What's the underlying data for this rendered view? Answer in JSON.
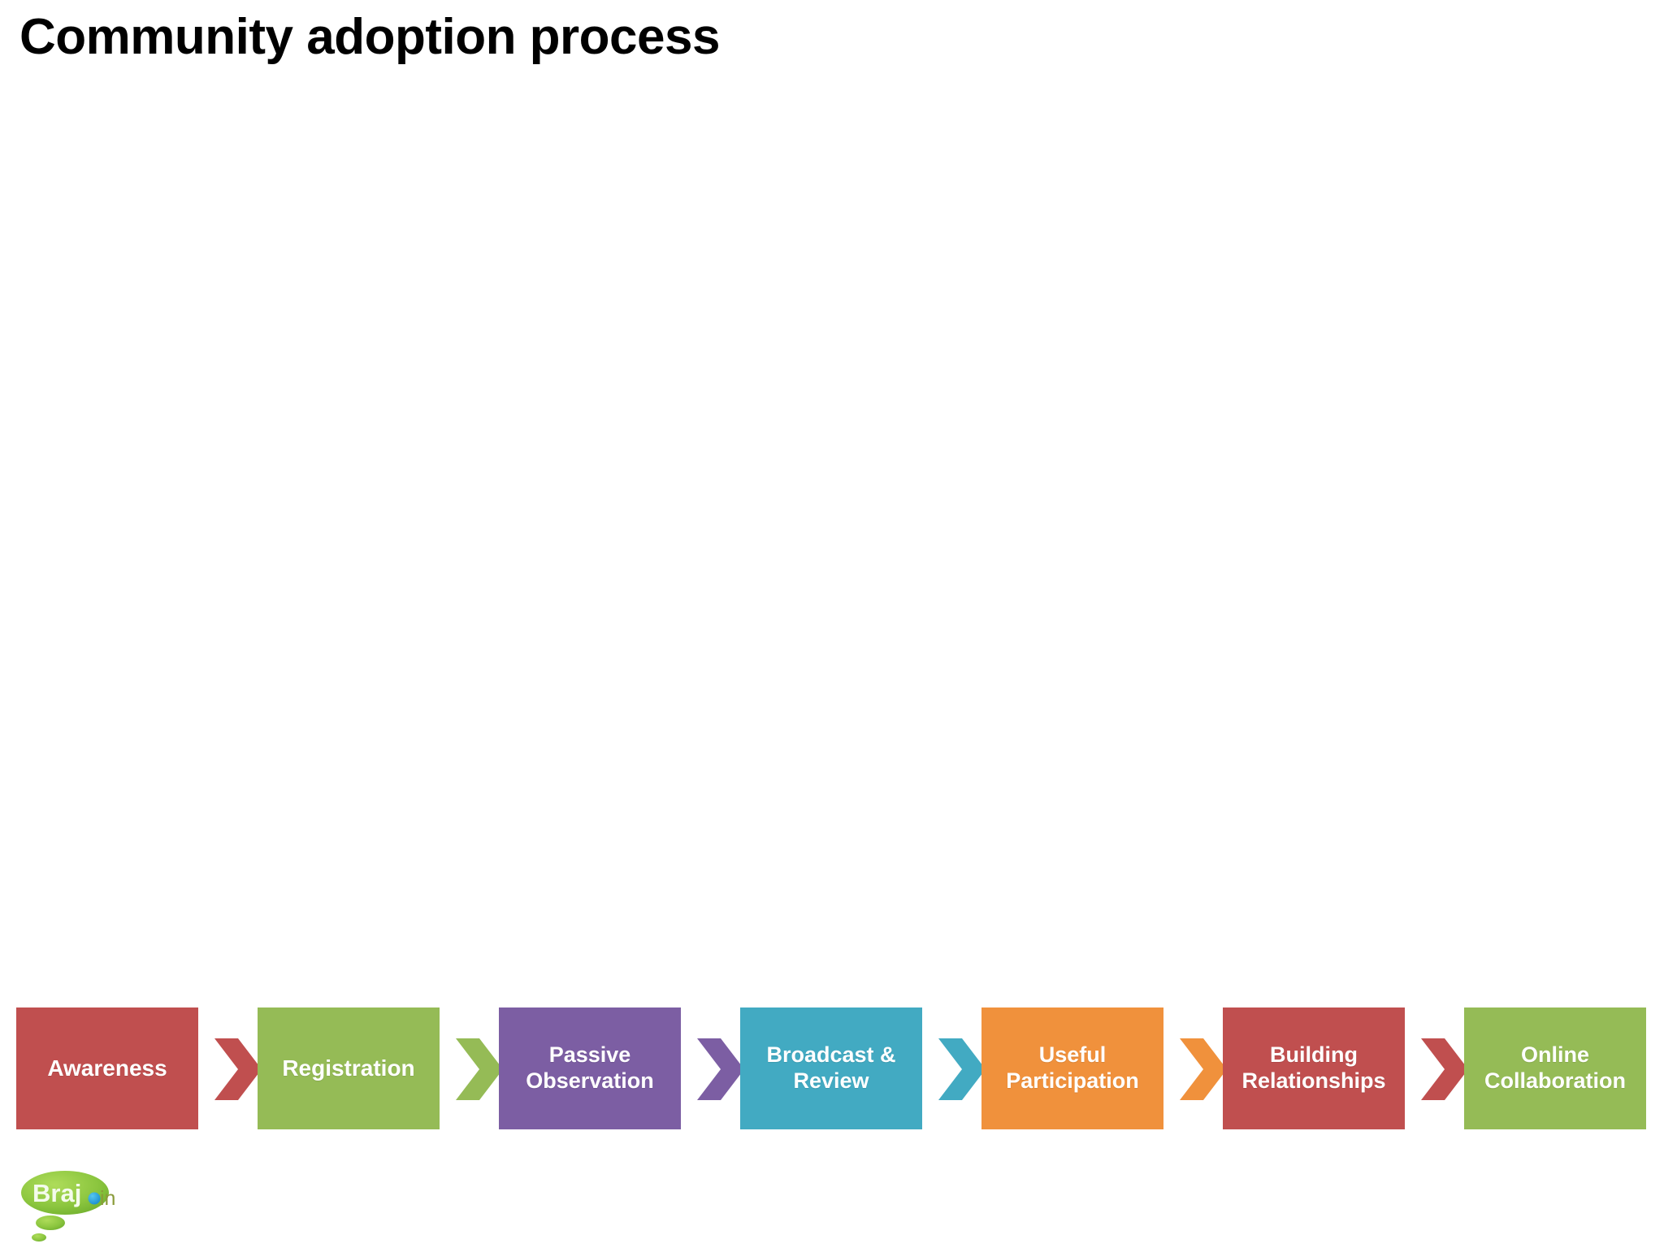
{
  "slide": {
    "title": "Community adoption process",
    "background_color": "#FFFFFF",
    "title_color": "#000000"
  },
  "chart_data": {
    "type": "diagram",
    "diagram_kind": "linear-process-chevron-chain",
    "title": "Community adoption process",
    "direction": "left-to-right",
    "step_count": 7,
    "categories": [
      "Awareness",
      "Registration",
      "Passive Observation",
      "Broadcast & Review",
      "Useful Participation",
      "Building Relationships",
      "Online Collaboration"
    ],
    "steps": [
      {
        "order": 1,
        "label": "Awareness",
        "label_lines": [
          "Awareness"
        ],
        "color": "#C04F4F",
        "connector_color": "#C04F4F"
      },
      {
        "order": 2,
        "label": "Registration",
        "label_lines": [
          "Registration"
        ],
        "color": "#95BB56",
        "connector_color": "#95BB56"
      },
      {
        "order": 3,
        "label": "Passive Observation",
        "label_lines": [
          "Passive",
          "Observation"
        ],
        "color": "#7C5EA3",
        "connector_color": "#7C5EA3"
      },
      {
        "order": 4,
        "label": "Broadcast & Review",
        "label_lines": [
          "Broadcast &",
          "Review"
        ],
        "color": "#42AAC2",
        "connector_color": "#42AAC2"
      },
      {
        "order": 5,
        "label": "Useful Participation",
        "label_lines": [
          "Useful",
          "Participation"
        ],
        "color": "#F0913C",
        "connector_color": "#F0913C"
      },
      {
        "order": 6,
        "label": "Building Relationships",
        "label_lines": [
          "Building",
          "Relationships"
        ],
        "color": "#C04F4F",
        "connector_color": "#C04F4F"
      },
      {
        "order": 7,
        "label": "Online Collaboration",
        "label_lines": [
          "Online",
          "Collaboration"
        ],
        "color": "#95BB56",
        "connector_color": null
      }
    ],
    "label_text_color": "#FFFFFF",
    "legend": null,
    "annotations": []
  },
  "logo": {
    "name": "brajin-logo",
    "text_primary": "Braj",
    "text_secondary": "in",
    "bubble_color": "#8CC63F",
    "bubble_color_dark": "#6FAF2E",
    "dot_color": "#1B9BD8",
    "text_primary_color": "#F4FBEC",
    "text_secondary_color": "#8A9B3A"
  }
}
